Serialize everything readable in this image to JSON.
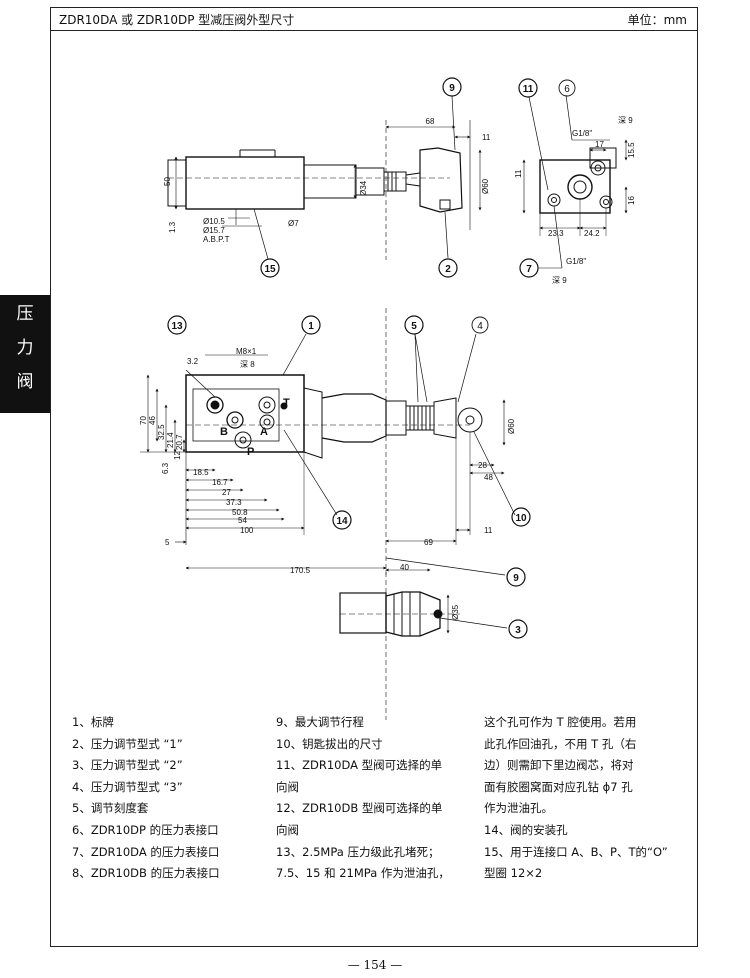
{
  "header": {
    "title": "ZDR10DA 或 ZDR10DP 型减压阀外型尺寸",
    "unit": "单位：mm"
  },
  "side_tab": [
    "压",
    "力",
    "阀"
  ],
  "callouts": [
    "9",
    "11",
    "6",
    "2",
    "15",
    "7",
    "13",
    "1",
    "5",
    "4",
    "10",
    "14",
    "9",
    "3"
  ],
  "dims": {
    "d68": "68",
    "d11a": "11",
    "d50": "50",
    "d13": "1.3",
    "d105": "Ø10.5",
    "d157": "Ø15.7",
    "abpt": "A.B.P.T",
    "d7": "Ø7",
    "d34": "Ø34",
    "d60a": "Ø60",
    "g18a": "G1/8\"",
    "deep9a": "深 9",
    "d17": "17",
    "d155": "15.5",
    "d11b": "11",
    "d16": "16",
    "d233": "23.3",
    "d242": "24.2",
    "g18b": "G1/8\"",
    "deep9b": "深 9",
    "d32": "3.2",
    "m8": "M8×1",
    "deep8": "深 8",
    "d70": "70",
    "d46": "46",
    "d325": "32.5",
    "d214": "21.4",
    "d207": "20.7",
    "d12": "12",
    "d63": "6.3",
    "d185": "18.5",
    "d167": "16.7",
    "d27": "27",
    "d373": "37.3",
    "d508": "50.8",
    "d54": "54",
    "d100": "100",
    "d5": "5",
    "d1705": "170.5",
    "d69": "69",
    "d11c": "11",
    "d28": "28",
    "d48": "48",
    "d60b": "Ø60",
    "d40": "40",
    "d35": "Ø35",
    "pA": "A",
    "pB": "B",
    "pP": "P",
    "pT": "T"
  },
  "notes": {
    "col1": [
      "1、标牌",
      "2、压力调节型式 “1”",
      "3、压力调节型式 “2”",
      "4、压力调节型式 “3”",
      "5、调节刻度套",
      "6、ZDR10DP 的压力表接口",
      "7、ZDR10DA 的压力表接口",
      "8、ZDR10DB 的压力表接口"
    ],
    "col2": [
      "9、最大调节行程",
      "10、钥匙拔出的尺寸",
      "11、ZDR10DA 型阀可选择的单",
      "向阀",
      "12、ZDR10DB 型阀可选择的单",
      "向阀",
      "13、2.5MPa 压力级此孔堵死；",
      "7.5、15 和 21MPa 作为泄油孔，"
    ],
    "col3": [
      "这个孔可作为 T 腔使用。若用",
      "此孔作回油孔，不用 T 孔（右",
      "边）则需卸下里边阀芯，将对",
      "面有胶圈窝面对应孔钻 ϕ7 孔",
      "作为泄油孔。",
      "14、阀的安装孔",
      "15、用于连接口 A、B、P、T的“O”",
      "型圈 12×2"
    ]
  },
  "page_number": "— 154 —"
}
